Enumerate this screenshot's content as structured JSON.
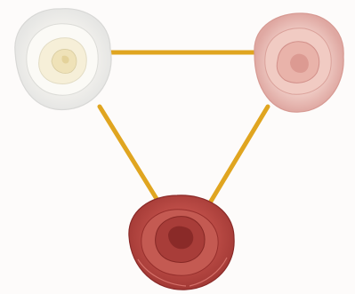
{
  "colors": {
    "background": "#fdfbfa",
    "connector": "#e0a520"
  },
  "roses": [
    {
      "name": "white-rose",
      "icon": "white-rose-icon",
      "color": "#f4f3ef"
    },
    {
      "name": "pink-rose",
      "icon": "pink-rose-icon",
      "color": "#ecc4bd"
    },
    {
      "name": "red-rose",
      "icon": "red-rose-icon",
      "color": "#b5433d"
    }
  ]
}
